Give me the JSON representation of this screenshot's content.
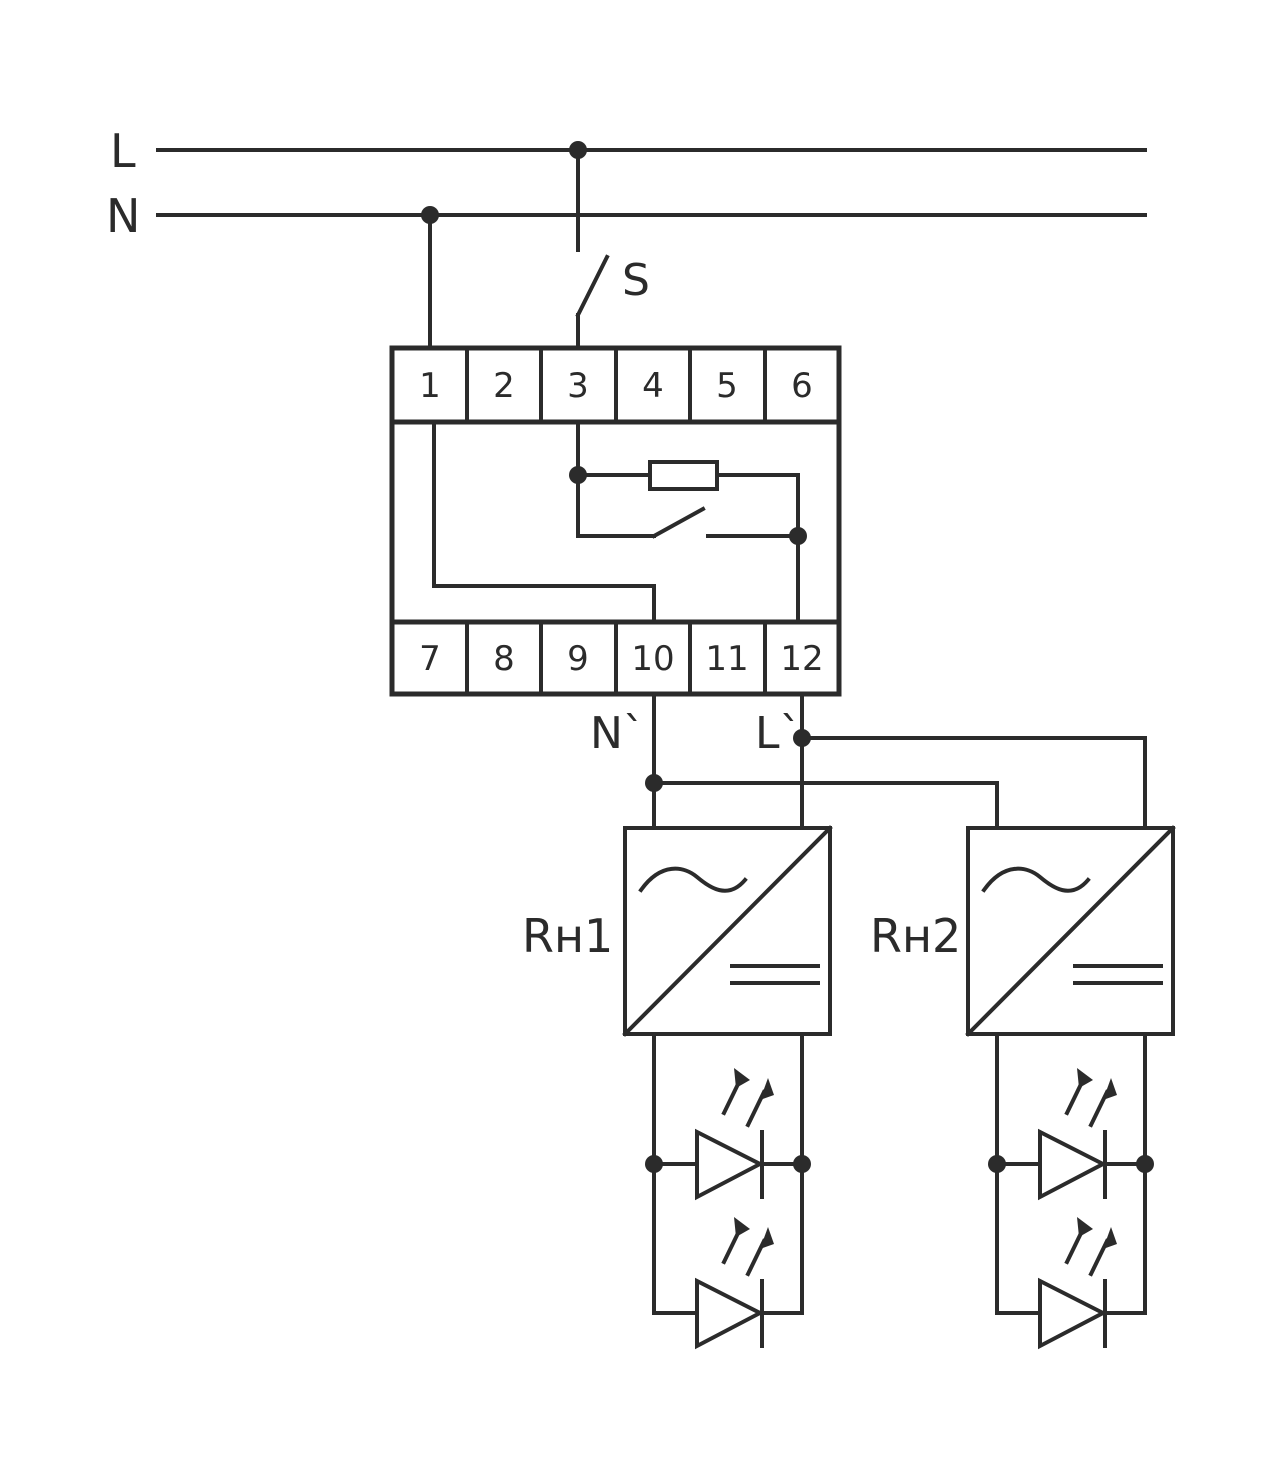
{
  "lines": {
    "phase": "L",
    "neutral": "N"
  },
  "switch": {
    "label": "S"
  },
  "terminals_top": [
    "1",
    "2",
    "3",
    "4",
    "5",
    "6"
  ],
  "terminals_bottom": [
    "7",
    "8",
    "9",
    "10",
    "11",
    "12"
  ],
  "outputs": {
    "neutral_out": "N`",
    "phase_out": "L`"
  },
  "drivers": [
    {
      "label": "Rн1"
    },
    {
      "label": "Rн2"
    }
  ],
  "colors": {
    "line": "#2b2b2b",
    "background": "#ffffff"
  },
  "icons": [
    "ac-symbol-icon",
    "dc-symbol-icon",
    "led-icon",
    "resistor-icon",
    "switch-icon"
  ]
}
